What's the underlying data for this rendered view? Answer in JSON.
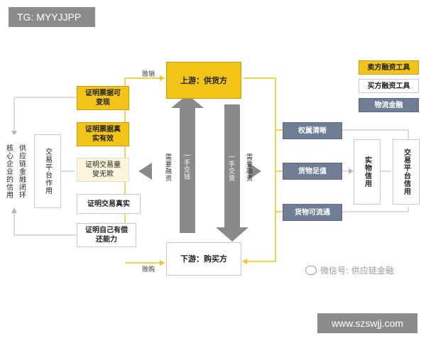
{
  "banner_top": "TG: MYYJJPP",
  "banner_bottom": "www.szswjj.com",
  "watermark": "微信号: 供应链金融",
  "legend": {
    "seller": "卖方融资工具",
    "buyer": "买方融资工具",
    "logistics": "物流金融"
  },
  "nodes": {
    "upstream": "上游：供货方",
    "downstream": "下游：购买方",
    "core_credit": "核心企业的信用",
    "closed_loop": "供应链金融闭环",
    "platform_left": "交易平台作用",
    "cert_bill_variable": "证明票据可变现",
    "cert_bill_true": "证明票据真实有效",
    "cert_trade_fair": "证明交易童叟无欺",
    "cert_trade_true": "证明交易真实",
    "cert_repay": "证明自己有偿还能力",
    "ownership": "权属清晰",
    "goods_value": "货物足值",
    "goods_circulate": "货物可流通",
    "physical_credit": "实物信用",
    "platform_credit": "交易平台信用"
  },
  "labels": {
    "sell_credit": "赊销",
    "buy_credit": "赊购",
    "pay_left": "一手交钱",
    "deliver_right": "一手交货",
    "need_fin_left": "需要融资",
    "need_fin_right": "需要融资"
  },
  "colors": {
    "accent_yellow": "#f2c418",
    "logistics_gray": "#6f7e95",
    "arrow_gray": "#8a8a8a"
  }
}
